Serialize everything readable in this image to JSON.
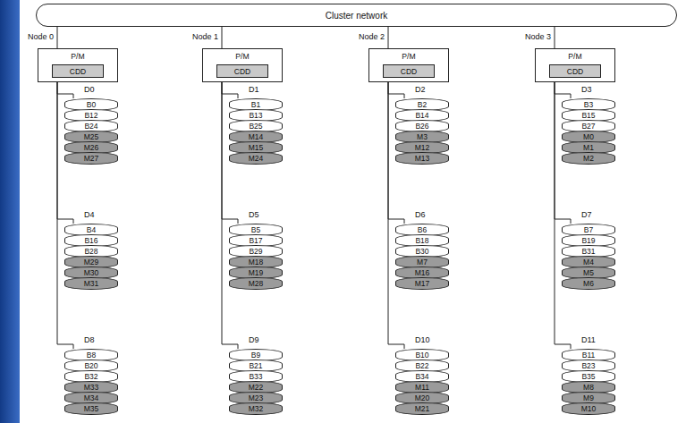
{
  "diagram": {
    "nodes": [
      {
        "text": [
          "Cluster network"
        ]
      },
      {
        "text": [
          "P/M"
        ]
      },
      {
        "text": [
          "CDD"
        ],
        "in": 1
      },
      {
        "text": [
          "P/M"
        ]
      },
      {
        "text": [
          "CDD"
        ],
        "in": 3
      },
      {
        "text": [
          "P/M"
        ]
      },
      {
        "text": [
          "CDD"
        ],
        "in": 5
      },
      {
        "text": [
          "P/M"
        ]
      },
      {
        "text": [
          "CDD"
        ],
        "in": 7
      },
      {
        "text": [
          "D0"
        ]
      },
      {
        "text": [
          "B0"
        ],
        "in": 9
      },
      {
        "text": [
          "B12"
        ],
        "in": 9
      },
      {
        "text": [
          "B24"
        ],
        "in": 9
      },
      {
        "text": [
          "M25"
        ],
        "in": 9
      },
      {
        "text": [
          "M26"
        ],
        "in": 9
      },
      {
        "text": [
          "M27"
        ],
        "in": 9
      },
      {
        "text": [
          "D1"
        ]
      },
      {
        "text": [
          "B1"
        ],
        "in": 16
      },
      {
        "text": [
          "B13"
        ],
        "in": 16
      },
      {
        "text": [
          "B25"
        ],
        "in": 16
      },
      {
        "text": [
          "M14"
        ],
        "in": 16
      },
      {
        "text": [
          "M15"
        ],
        "in": 16
      },
      {
        "text": [
          "M24"
        ],
        "in": 16
      },
      {
        "text": [
          "D2"
        ]
      },
      {
        "text": [
          "B2"
        ],
        "in": 23
      },
      {
        "text": [
          "B14"
        ],
        "in": 23
      },
      {
        "text": [
          "B26"
        ],
        "in": 23
      },
      {
        "text": [
          "M3"
        ],
        "in": 23
      },
      {
        "text": [
          "M12"
        ],
        "in": 23
      },
      {
        "text": [
          "M13"
        ],
        "in": 23
      },
      {
        "text": [
          "D3"
        ]
      },
      {
        "text": [
          "B3"
        ],
        "in": 30
      },
      {
        "text": [
          "B15"
        ],
        "in": 30
      },
      {
        "text": [
          "B27"
        ],
        "in": 30
      },
      {
        "text": [
          "M0"
        ],
        "in": 30
      },
      {
        "text": [
          "M1"
        ],
        "in": 30
      },
      {
        "text": [
          "M2"
        ],
        "in": 30
      },
      {
        "text": [
          "D4"
        ]
      },
      {
        "text": [
          "B4"
        ],
        "in": 37
      },
      {
        "text": [
          "B16"
        ],
        "in": 37
      },
      {
        "text": [
          "B28"
        ],
        "in": 37
      },
      {
        "text": [
          "M29"
        ],
        "in": 37
      },
      {
        "text": [
          "M30"
        ],
        "in": 37
      },
      {
        "text": [
          "M31"
        ],
        "in": 37
      },
      {
        "text": [
          "D5"
        ]
      },
      {
        "text": [
          "B5"
        ],
        "in": 44
      },
      {
        "text": [
          "B17"
        ],
        "in": 44
      },
      {
        "text": [
          "B29"
        ],
        "in": 44
      },
      {
        "text": [
          "M18"
        ],
        "in": 44
      },
      {
        "text": [
          "M19"
        ],
        "in": 44
      },
      {
        "text": [
          "M28"
        ],
        "in": 44
      },
      {
        "text": [
          "D6"
        ]
      },
      {
        "text": [
          "B6"
        ],
        "in": 51
      },
      {
        "text": [
          "B18"
        ],
        "in": 51
      },
      {
        "text": [
          "B30"
        ],
        "in": 51
      },
      {
        "text": [
          "M7"
        ],
        "in": 51
      },
      {
        "text": [
          "M16"
        ],
        "in": 51
      },
      {
        "text": [
          "M17"
        ],
        "in": 51
      },
      {
        "text": [
          "D7"
        ]
      },
      {
        "text": [
          "B7"
        ],
        "in": 58
      },
      {
        "text": [
          "B19"
        ],
        "in": 58
      },
      {
        "text": [
          "B31"
        ],
        "in": 58
      },
      {
        "text": [
          "M4"
        ],
        "in": 58
      },
      {
        "text": [
          "M5"
        ],
        "in": 58
      },
      {
        "text": [
          "M6"
        ],
        "in": 58
      },
      {
        "text": [
          "D8"
        ]
      },
      {
        "text": [
          "B8"
        ],
        "in": 65
      },
      {
        "text": [
          "B20"
        ],
        "in": 65
      },
      {
        "text": [
          "B32"
        ],
        "in": 65
      },
      {
        "text": [
          "M33"
        ],
        "in": 65
      },
      {
        "text": [
          "M34"
        ],
        "in": 65
      },
      {
        "text": [
          "M35"
        ],
        "in": 65
      },
      {
        "text": [
          "D9"
        ]
      },
      {
        "text": [
          "B9"
        ],
        "in": 72
      },
      {
        "text": [
          "B21"
        ],
        "in": 72
      },
      {
        "text": [
          "B33"
        ],
        "in": 72
      },
      {
        "text": [
          "M22"
        ],
        "in": 72
      },
      {
        "text": [
          "M23"
        ],
        "in": 72
      },
      {
        "text": [
          "M32"
        ],
        "in": 72
      },
      {
        "text": [
          "D10"
        ]
      },
      {
        "text": [
          "B10"
        ],
        "in": 79
      },
      {
        "text": [
          "B22"
        ],
        "in": 79
      },
      {
        "text": [
          "B34"
        ],
        "in": 79
      },
      {
        "text": [
          "M11"
        ],
        "in": 79
      },
      {
        "text": [
          "M20"
        ],
        "in": 79
      },
      {
        "text": [
          "M21"
        ],
        "in": 79
      },
      {
        "text": [
          "D11"
        ]
      },
      {
        "text": [
          "B11"
        ],
        "in": 86
      },
      {
        "text": [
          "B23"
        ],
        "in": 86
      },
      {
        "text": [
          "B35"
        ],
        "in": 86
      },
      {
        "text": [
          "M8"
        ],
        "in": 86
      },
      {
        "text": [
          "M9"
        ],
        "in": 86
      },
      {
        "text": [
          "M10"
        ],
        "in": 86
      }
    ],
    "edges": [
      {
        "from": 0,
        "to": 1,
        "arrow": "none"
      },
      {
        "from": 0,
        "to": 3,
        "arrow": "none"
      },
      {
        "from": 0,
        "to": 5,
        "arrow": "none"
      },
      {
        "from": 0,
        "to": 7,
        "arrow": "none"
      },
      {
        "from": 1,
        "to": 9,
        "arrow": "none"
      },
      {
        "from": 1,
        "to": 37,
        "arrow": "none"
      },
      {
        "from": 1,
        "to": 65,
        "arrow": "none"
      },
      {
        "from": 3,
        "to": 16,
        "arrow": "none"
      },
      {
        "from": 3,
        "to": 44,
        "arrow": "none"
      },
      {
        "from": 3,
        "to": 72,
        "arrow": "none"
      },
      {
        "from": 5,
        "to": 23,
        "arrow": "none"
      },
      {
        "from": 5,
        "to": 51,
        "arrow": "none"
      },
      {
        "from": 5,
        "to": 79,
        "arrow": "none"
      },
      {
        "from": 7,
        "to": 30,
        "arrow": "none"
      },
      {
        "from": 7,
        "to": 58,
        "arrow": "none"
      },
      {
        "from": 7,
        "to": 86,
        "arrow": "none"
      }
    ],
    "labels": [
      "Node 0",
      "Node 1",
      "Node 2",
      "Node 3"
    ]
  }
}
